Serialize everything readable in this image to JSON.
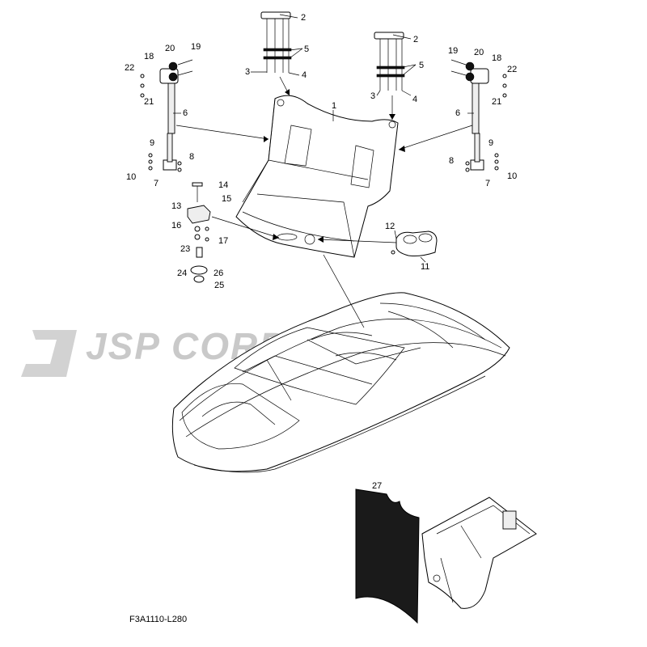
{
  "watermark": "JSP CORPORATION",
  "diagram_code": "F3A1110-L280",
  "callouts": {
    "p1": "1",
    "p2a": "2",
    "p2b": "2",
    "p3a": "3",
    "p3b": "3",
    "p4a": "4",
    "p4b": "4",
    "p5a": "5",
    "p5b": "5",
    "p6a": "6",
    "p6b": "6",
    "p7a": "7",
    "p7b": "7",
    "p8a": "8",
    "p8b": "8",
    "p9a": "9",
    "p9b": "9",
    "p10a": "10",
    "p10b": "10",
    "p11": "11",
    "p12": "12",
    "p13": "13",
    "p14": "14",
    "p15": "15",
    "p16": "16",
    "p17": "17",
    "p18a": "18",
    "p18b": "18",
    "p19a": "19",
    "p19b": "19",
    "p20a": "20",
    "p20b": "20",
    "p21a": "21",
    "p21b": "21",
    "p22a": "22",
    "p22b": "22",
    "p23": "23",
    "p24": "24",
    "p25": "25",
    "p26": "26",
    "p27": "27"
  }
}
